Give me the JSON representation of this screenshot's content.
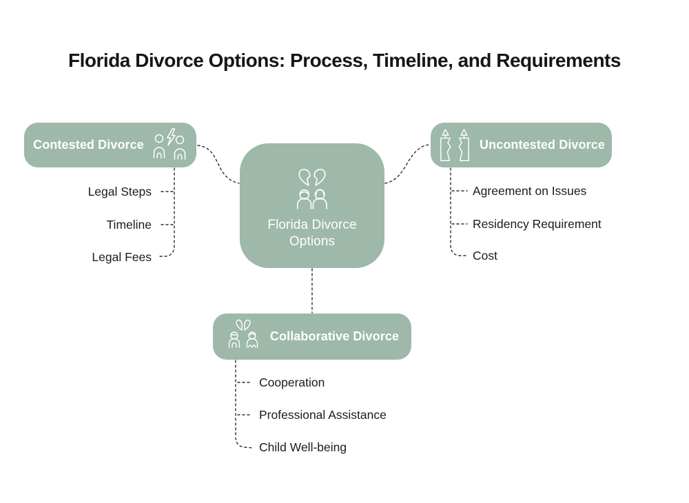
{
  "title": "Florida Divorce Options: Process, Timeline, and Requirements",
  "center": {
    "label": "Florida Divorce Options",
    "icon": "broken-heart-couple-icon"
  },
  "branches": [
    {
      "id": "contested",
      "label": "Contested Divorce",
      "icon": "arguing-couple-icon",
      "items": [
        "Legal Steps",
        "Timeline",
        "Legal Fees"
      ]
    },
    {
      "id": "uncontested",
      "label": "Uncontested Divorce",
      "icon": "broken-candles-icon",
      "items": [
        "Agreement on Issues",
        "Residency Requirement",
        "Cost"
      ]
    },
    {
      "id": "collaborative",
      "label": "Collaborative Divorce",
      "icon": "cooperative-couple-icon",
      "items": [
        "Cooperation",
        "Professional Assistance",
        "Child Well-being"
      ]
    }
  ],
  "colors": {
    "node_bg": "#9EB8AA",
    "node_text": "#FFFFFF",
    "item_text": "#1C1C1C",
    "connector": "#2B2B2B",
    "background": "#FFFFFF",
    "title_text": "#161616"
  }
}
